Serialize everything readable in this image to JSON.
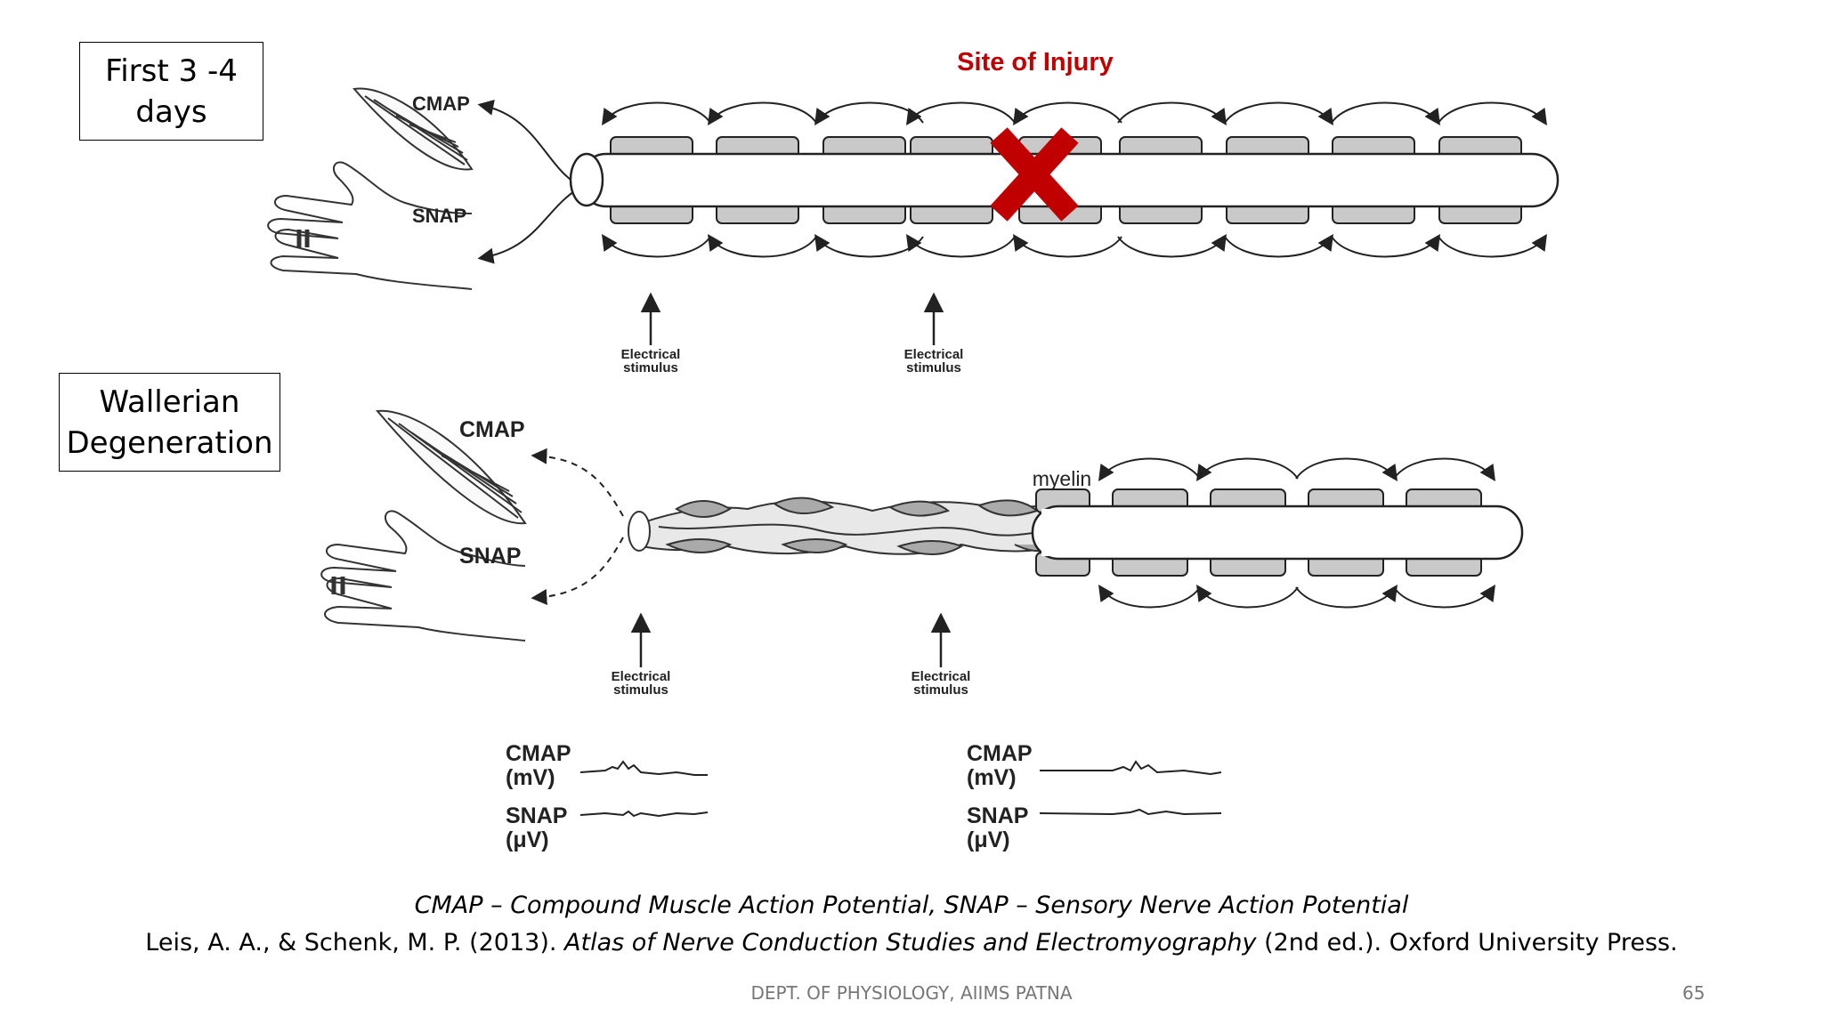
{
  "panel_labels": {
    "top": [
      "First 3 -4",
      "days"
    ],
    "bottom": [
      "Wallerian",
      "Degeneration"
    ]
  },
  "site_of_injury": "Site of Injury",
  "top_diagram": {
    "cmap": "CMAP",
    "snap": "SNAP",
    "stimulus_1": [
      "Electrical",
      "stimulus"
    ],
    "stimulus_2": [
      "Electrical",
      "stimulus"
    ]
  },
  "bottom_diagram": {
    "cmap": "CMAP",
    "snap": "SNAP",
    "myelin": "myelin",
    "stimulus_1": [
      "Electrical",
      "stimulus"
    ],
    "stimulus_2": [
      "Electrical",
      "stimulus"
    ]
  },
  "recordings": {
    "left": {
      "cmap": "CMAP",
      "cmap_unit": "(mV)",
      "snap": "SNAP",
      "snap_unit": "(μV)"
    },
    "right": {
      "cmap": "CMAP",
      "cmap_unit": "(mV)",
      "snap": "SNAP",
      "snap_unit": "(μV)"
    }
  },
  "caption_abbrev": "CMAP – Compound Muscle Action Potential, SNAP – Sensory Nerve Action Potential",
  "citation": {
    "prefix": "Leis, A. A., & Schenk, M. P. (2013). ",
    "title": "Atlas of Nerve Conduction Studies and Electromyography",
    "suffix": " (2nd ed.). Oxford University Press."
  },
  "footer": {
    "dept": "DEPT. OF PHYSIOLOGY, AIIMS PATNA",
    "page": "65"
  },
  "colors": {
    "injury": "#c00000",
    "myelin": "#c9c9c9",
    "stroke": "#222222"
  }
}
